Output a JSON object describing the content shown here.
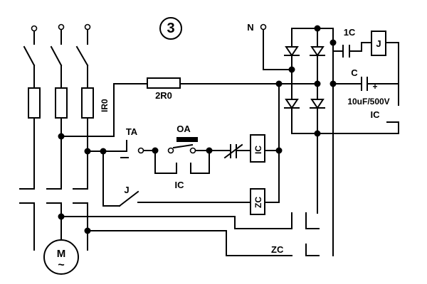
{
  "diagram": {
    "number": "3",
    "labels": {
      "neutral": "N",
      "contact_1c": "1C",
      "relay_j_coil": "J",
      "capacitor": "C",
      "capacitor_rating": "10uF/500V",
      "capacitor_plus": "+",
      "ic_top_right": "IC",
      "resistor": "2R0",
      "thermal_relay": "IR0",
      "ta": "TA",
      "oa": "OA",
      "ic_contact": "IC",
      "ic_coil": "IC",
      "j_contact": "J",
      "zc_coil": "ZC",
      "zc_bottom": "ZC",
      "motor_m": "M",
      "motor_tilde": "~"
    }
  }
}
